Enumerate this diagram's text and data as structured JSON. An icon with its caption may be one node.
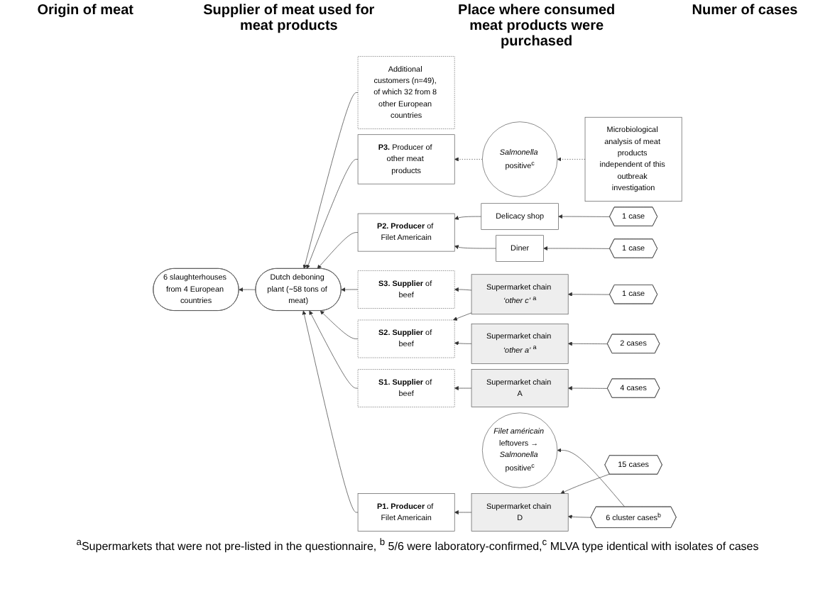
{
  "diagram": {
    "caption": "$^{a}$Supermarkets that were not pre-listed in the questionnaire, $^{b}$ 5/6 were laboratory-confirmed,$^{c}$ MLVA type identical with isolates of cases",
    "nodes": [
      {
        "text": [
          "Dutch deboning plant (~58 tons of meat)"
        ]
      },
      {
        "text": [
          "6 slaughterhouses from 4 European countries"
        ]
      },
      {
        "text": [
          "**P1. Producer** of Filet Americain"
        ]
      },
      {
        "text": [
          "**S1. Supplier** of beef"
        ]
      },
      {
        "text": [
          "**S2. Supplier** of beef"
        ]
      },
      {
        "text": [
          "**S3. Supplier** of beef"
        ]
      },
      {
        "text": [
          "**P2. Producer** of Filet Americain"
        ]
      },
      {
        "text": [
          "**P3.** Producer of other meat products"
        ]
      },
      {
        "text": [
          "Additional customers (n=49), of which 32 from 8 other European countries"
        ]
      },
      {
        "text": [
          "Supermarket chain D"
        ]
      },
      {
        "text": [
          "Supermarket chain A"
        ]
      },
      {
        "text": [
          "Supermarket chain *‘other a’* $^{a}$"
        ]
      },
      {
        "text": [
          "Supermarket chain *‘other c’* $^{a}$"
        ]
      },
      {
        "text": [
          "Diner"
        ]
      },
      {
        "text": [
          "Delicacy shop"
        ]
      },
      {
        "text": [
          "6 cluster cases$^{b}$"
        ]
      },
      {
        "text": [
          "15 cases"
        ]
      },
      {
        "text": [
          "4 cases"
        ]
      },
      {
        "text": [
          "2 cases"
        ]
      },
      {
        "text": [
          "1 case"
        ]
      },
      {
        "text": [
          "1 case"
        ]
      },
      {
        "text": [
          "1 case"
        ]
      },
      {
        "text": [
          "*Filet américain* leftovers → *Salmonella* positive$^{c}$"
        ]
      },
      {
        "text": [
          "*Salmonella* positive$^{c}$"
        ]
      },
      {
        "text": [
          "Microbiological analysis of meat products independent of this outbreak investigation"
        ]
      }
    ],
    "edges": [
      {
        "from": 2,
        "to": 0,
        "arrow": "to"
      },
      {
        "from": 3,
        "to": 0,
        "arrow": "to"
      },
      {
        "from": 4,
        "to": 0,
        "arrow": "to"
      },
      {
        "from": 5,
        "to": 0,
        "arrow": "to"
      },
      {
        "from": 6,
        "to": 0,
        "arrow": "to"
      },
      {
        "from": 7,
        "to": 0,
        "arrow": "to"
      },
      {
        "from": 8,
        "to": 0,
        "arrow": "to"
      },
      {
        "from": 0,
        "to": 1,
        "arrow": "to"
      },
      {
        "from": 9,
        "to": 2,
        "arrow": "to"
      },
      {
        "from": 10,
        "to": 3,
        "arrow": "to"
      },
      {
        "from": 11,
        "to": 4,
        "arrow": "to"
      },
      {
        "from": 12,
        "to": 4,
        "arrow": "to"
      },
      {
        "from": 12,
        "to": 5,
        "arrow": "to"
      },
      {
        "from": 13,
        "to": 6,
        "arrow": "to"
      },
      {
        "from": 14,
        "to": 6,
        "arrow": "to"
      },
      {
        "from": 15,
        "to": 9,
        "arrow": "to"
      },
      {
        "from": 16,
        "to": 9,
        "arrow": "to"
      },
      {
        "from": 15,
        "to": 22,
        "arrow": "to"
      },
      {
        "from": 17,
        "to": 10,
        "arrow": "to"
      },
      {
        "from": 18,
        "to": 11,
        "arrow": "to"
      },
      {
        "from": 19,
        "to": 12,
        "arrow": "to"
      },
      {
        "from": 20,
        "to": 13,
        "arrow": "to"
      },
      {
        "from": 21,
        "to": 14,
        "arrow": "to"
      },
      {
        "from": 24,
        "to": 23,
        "arrow": "to",
        "style": "dashed"
      },
      {
        "from": 23,
        "to": 7,
        "arrow": "to",
        "style": "dashed"
      }
    ],
    "labels": [
      "Origin of meat",
      "Supplier of meat used for meat products",
      "Place where consumed meat products were purchased",
      "Numer of cases"
    ]
  }
}
